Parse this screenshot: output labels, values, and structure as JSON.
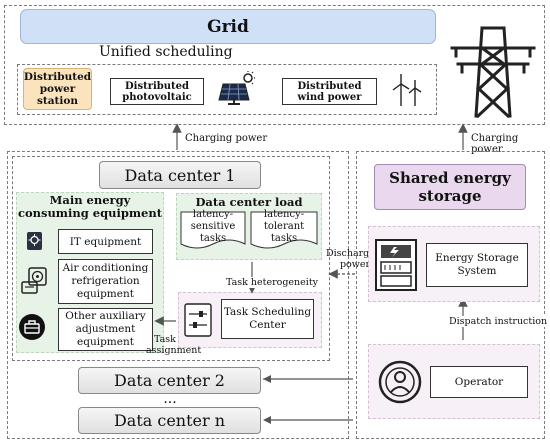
{
  "grid": {
    "title": "Grid",
    "unified_scheduling": "Unified scheduling",
    "sources": [
      "Distributed power station",
      "Distributed photovoltaic",
      "Distributed wind power"
    ]
  },
  "flows": {
    "charging_power_left": "Charging power",
    "charging_power_right": "Charging power",
    "discharging_power": "Discharging power",
    "task_heterogeneity": "Task heterogeneity",
    "task_assignment": "Task assignment",
    "dispatch_instruction": "Dispatch instruction"
  },
  "dc1": {
    "title": "Data center 1",
    "equipment_title": "Main energy consuming equipment",
    "equipment": [
      "IT equipment",
      "Air conditioning refrigeration equipment",
      "Other auxiliary adjustment equipment"
    ],
    "load_title": "Data center load",
    "tasks": [
      "latency-sensitive tasks",
      "latency-tolerant tasks"
    ],
    "scheduler": "Task Scheduling Center"
  },
  "others": {
    "dc2": "Data center 2",
    "ellipsis": "...",
    "dcn": "Data center n"
  },
  "storage": {
    "title": "Shared energy storage",
    "system": "Energy Storage System",
    "operator": "Operator"
  },
  "colors": {
    "grid_blue": "#cfe0f7",
    "station_orange": "#fbe3bd",
    "storage_purple": "#e9d8ee",
    "green_panel": "#e6f3e6",
    "pink_panel": "#f6eff6"
  }
}
